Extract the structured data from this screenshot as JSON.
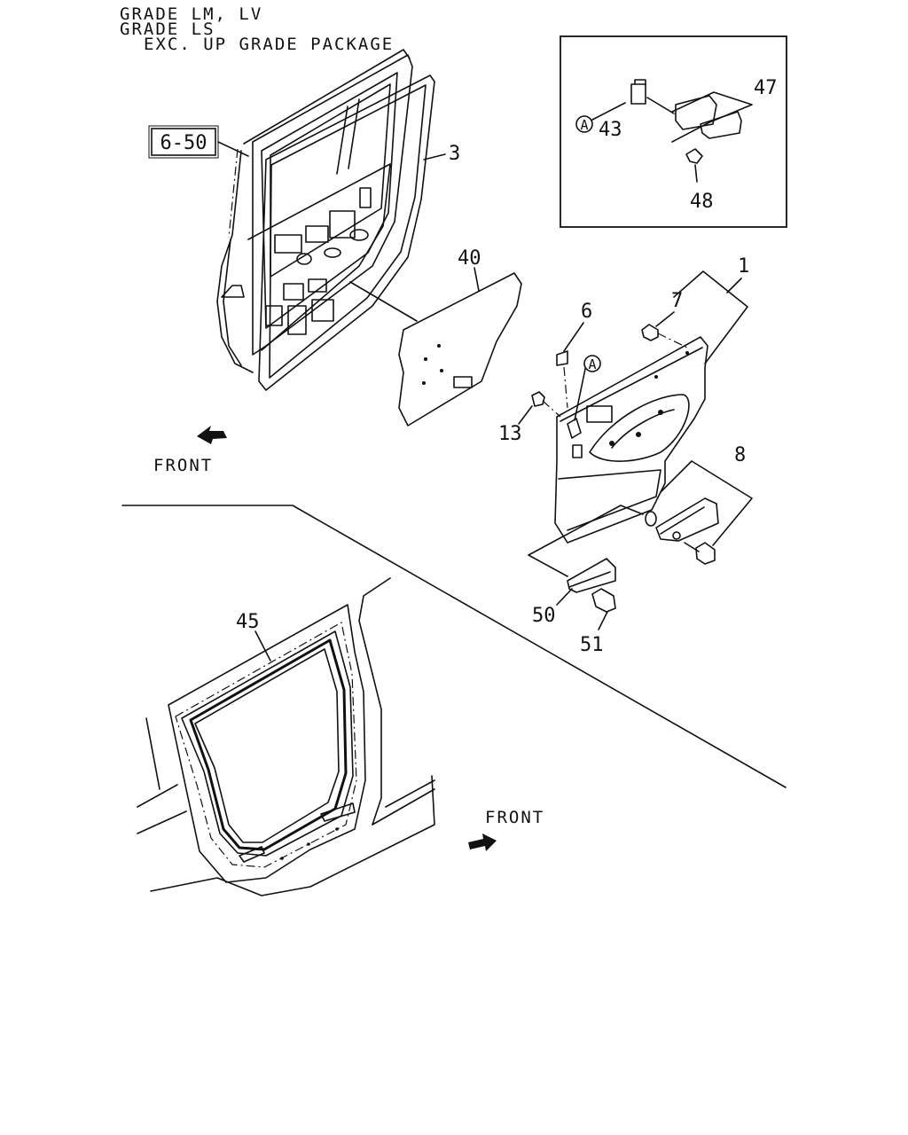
{
  "header": {
    "line1": "GRADE LM, LV",
    "line2": "GRADE LS",
    "line3": "EXC. UP GRADE PACKAGE"
  },
  "ref_box": "6-50",
  "callouts": {
    "p3": "3",
    "p40": "40",
    "p1": "1",
    "p7": "7",
    "p6": "6",
    "p13": "13",
    "p8": "8",
    "p50": "50",
    "p51": "51",
    "p43": "43",
    "p47": "47",
    "p48": "48",
    "p45": "45"
  },
  "circle_marker": "A",
  "front_labels": {
    "upper": "FRONT",
    "lower": "FRONT"
  }
}
